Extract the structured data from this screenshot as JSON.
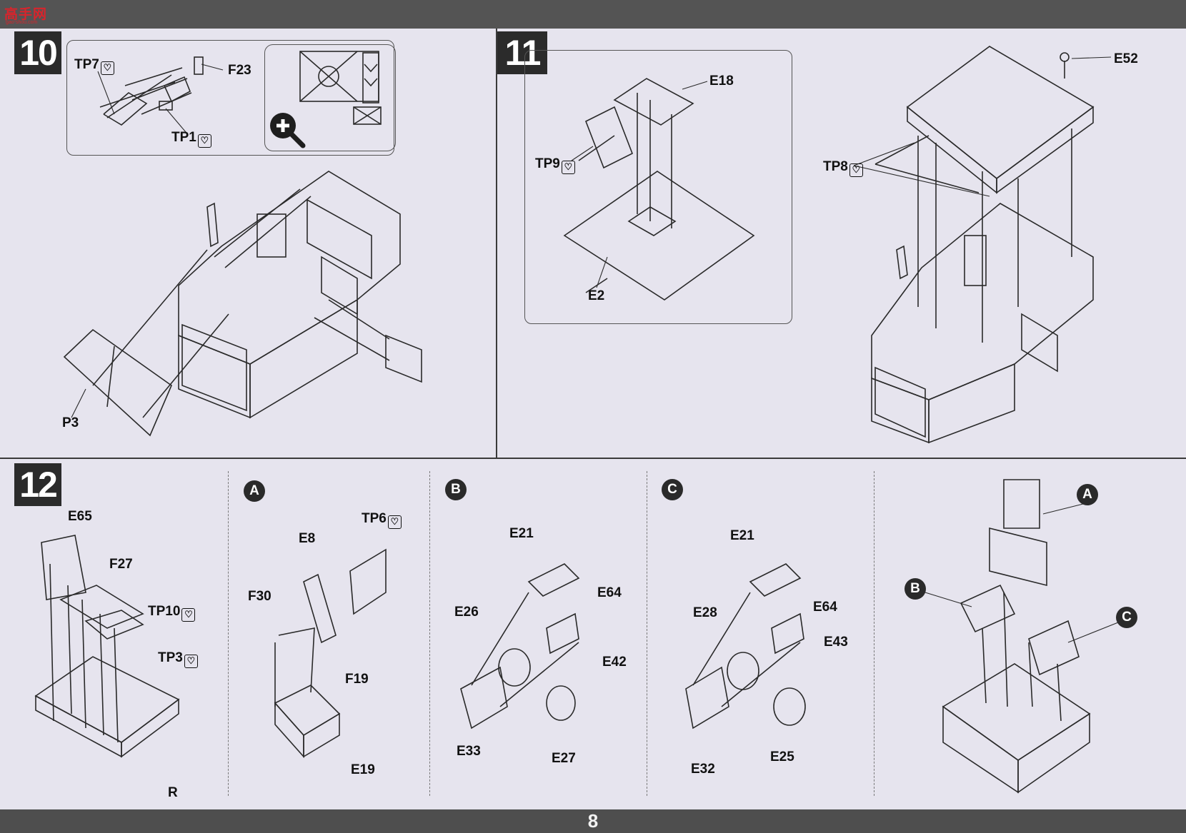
{
  "logo": {
    "main": "高手网",
    "sub": "gao-shou.com"
  },
  "page_number": "8",
  "steps": {
    "s10": {
      "number": "10",
      "labels": {
        "tp7": "TP7",
        "f23": "F23",
        "tp1": "TP1",
        "p3": "P3"
      }
    },
    "s11": {
      "number": "11",
      "labels": {
        "e18": "E18",
        "tp9": "TP9",
        "e2": "E2",
        "e52": "E52",
        "tp8": "TP8"
      }
    },
    "s12": {
      "number": "12",
      "labels": {
        "e65": "E65",
        "f27": "F27",
        "tp10": "TP10",
        "tp3": "TP3",
        "r": "R"
      },
      "sub_a": {
        "marker": "A",
        "labels": {
          "tp6": "TP6",
          "e8": "E8",
          "f30": "F30",
          "f19": "F19",
          "e19": "E19"
        }
      },
      "sub_b": {
        "marker": "B",
        "labels": {
          "e21": "E21",
          "e64": "E64",
          "e26": "E26",
          "e42": "E42",
          "e33": "E33",
          "e27": "E27"
        }
      },
      "sub_c": {
        "marker": "C",
        "labels": {
          "e21": "E21",
          "e64": "E64",
          "e28": "E28",
          "e43": "E43",
          "e32": "E32",
          "e25": "E25"
        }
      },
      "final": {
        "marker_a": "A",
        "marker_b": "B",
        "marker_c": "C"
      }
    }
  },
  "icons": {
    "tape": "broken-heart-icon",
    "zoom": "magnifier-plus-icon"
  },
  "colors": {
    "background": "#e6e4ee",
    "bars": "#545454",
    "line_art": "#2a2a2a"
  }
}
